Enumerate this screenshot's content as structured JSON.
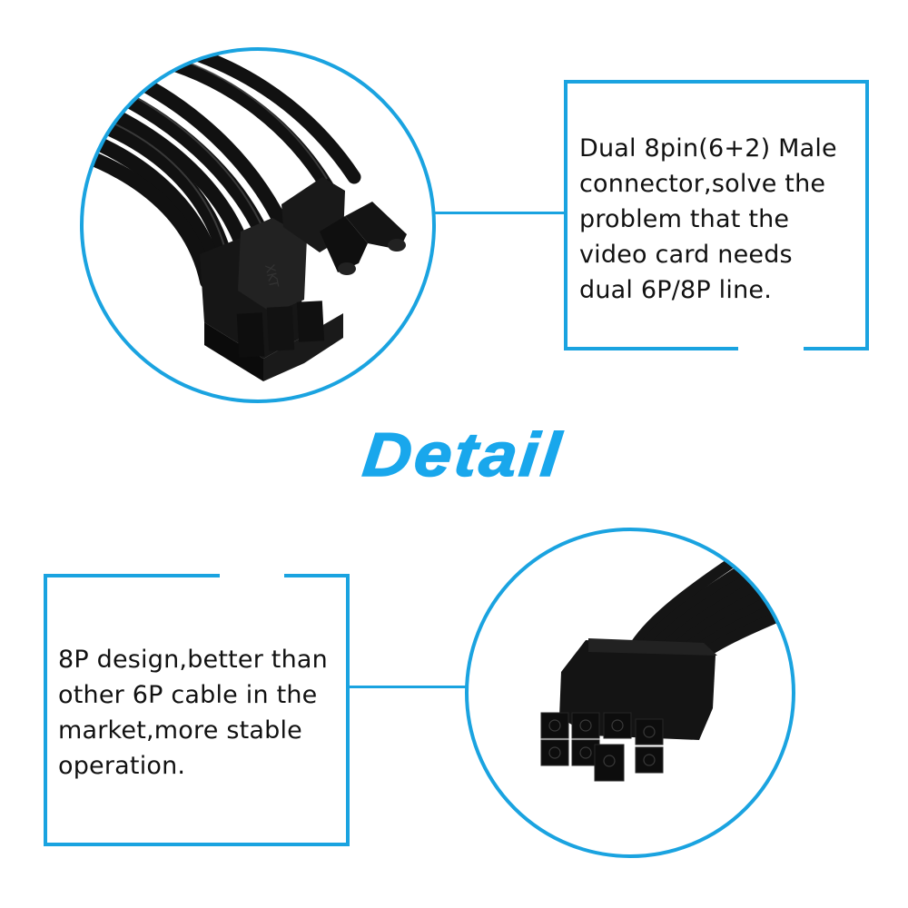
{
  "title": {
    "text": "Detail",
    "color": "#19a7ec"
  },
  "accent_color": "#1aa3e0",
  "top_callout": {
    "lines": [
      "Dual 8pin(6+2) Male",
      "connector,solve the",
      "problem that the",
      "video card needs",
      "dual 6P/8P line."
    ],
    "image": {
      "subject": "black PCIe 6+2 pin male connector with cables",
      "connector_mark": "XKT"
    }
  },
  "bottom_callout": {
    "lines": [
      "8P design,better than",
      "other 6P cable in the",
      "market,more stable",
      "operation."
    ],
    "image": {
      "subject": "black 8-pin PCIe connector with cable bundle",
      "pin_count": 8
    }
  }
}
